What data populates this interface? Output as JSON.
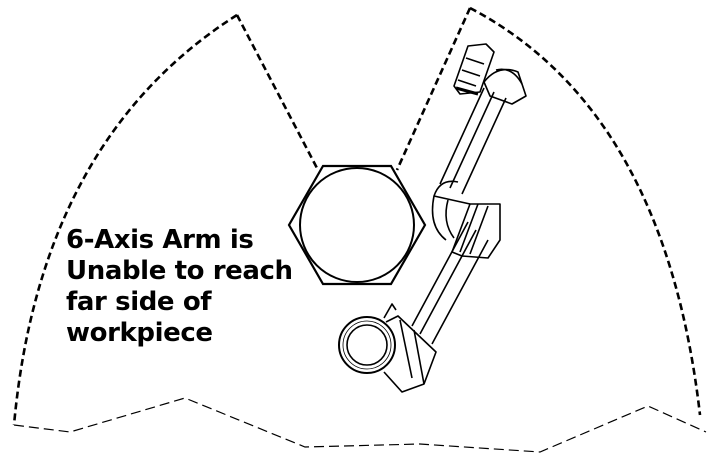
{
  "caption": {
    "lines": [
      "6-Axis Arm is",
      "Unable to reach",
      "far side of",
      "workpiece"
    ]
  },
  "colors": {
    "ink": "#000000",
    "background": "#ffffff"
  },
  "icons": {
    "workpiece": "hexagon-workpiece-icon",
    "arm": "six-axis-robot-arm-icon"
  }
}
